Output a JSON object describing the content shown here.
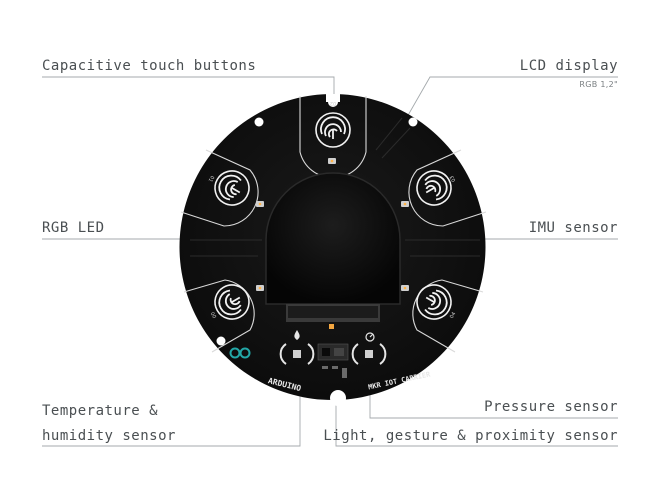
{
  "labels": {
    "capacitive_touch": "Capacitive touch buttons",
    "lcd_display": "LCD display",
    "lcd_subtitle": "RGB 1,2\"",
    "rgb_led": "RGB LED",
    "imu_sensor": "IMU sensor",
    "temperature_line1": "Temperature &",
    "temperature_line2": "humidity sensor",
    "pressure_sensor": "Pressure sensor",
    "light_gesture": "Light, gesture & proximity sensor"
  },
  "board_markings": {
    "brand": "ARDUINO",
    "product": "MKR IOT CARRIER",
    "pad_00": "00",
    "pad_01": "01",
    "pad_02": "02",
    "pad_03": "03",
    "pad_04": "04"
  },
  "colors": {
    "label_text": "#4a4f52",
    "leader_line": "#9aa0a3",
    "board": "#141414",
    "pad_outline": "#e8e8e8"
  },
  "icons": [
    "fingerprint-icon",
    "arduino-logo-icon",
    "droplet-icon",
    "pressure-icon"
  ]
}
